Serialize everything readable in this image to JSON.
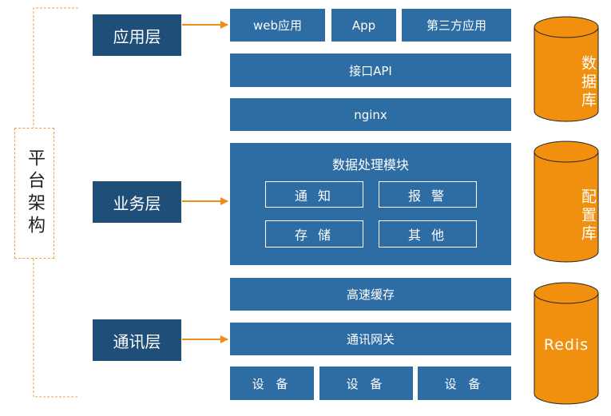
{
  "platform": {
    "label": "平台架构"
  },
  "layers": {
    "app": "应用层",
    "business": "业务层",
    "comm": "通讯层"
  },
  "app_row": [
    "web应用",
    "App",
    "第三方应用"
  ],
  "api": "接口API",
  "nginx": "nginx",
  "module": {
    "title": "数据处理模块",
    "items": [
      "通 知",
      "报 警",
      "存 储",
      "其 他"
    ]
  },
  "cache": "高速缓存",
  "gateway": "通讯网关",
  "devices": [
    "设 备",
    "设 备",
    "设 备"
  ],
  "databases": [
    "数据库",
    "配置库",
    "Redis"
  ],
  "colors": {
    "block": "#2e6da4",
    "layer": "#1f4e79",
    "arrow": "#f08c1a",
    "db": "#f0900e"
  }
}
